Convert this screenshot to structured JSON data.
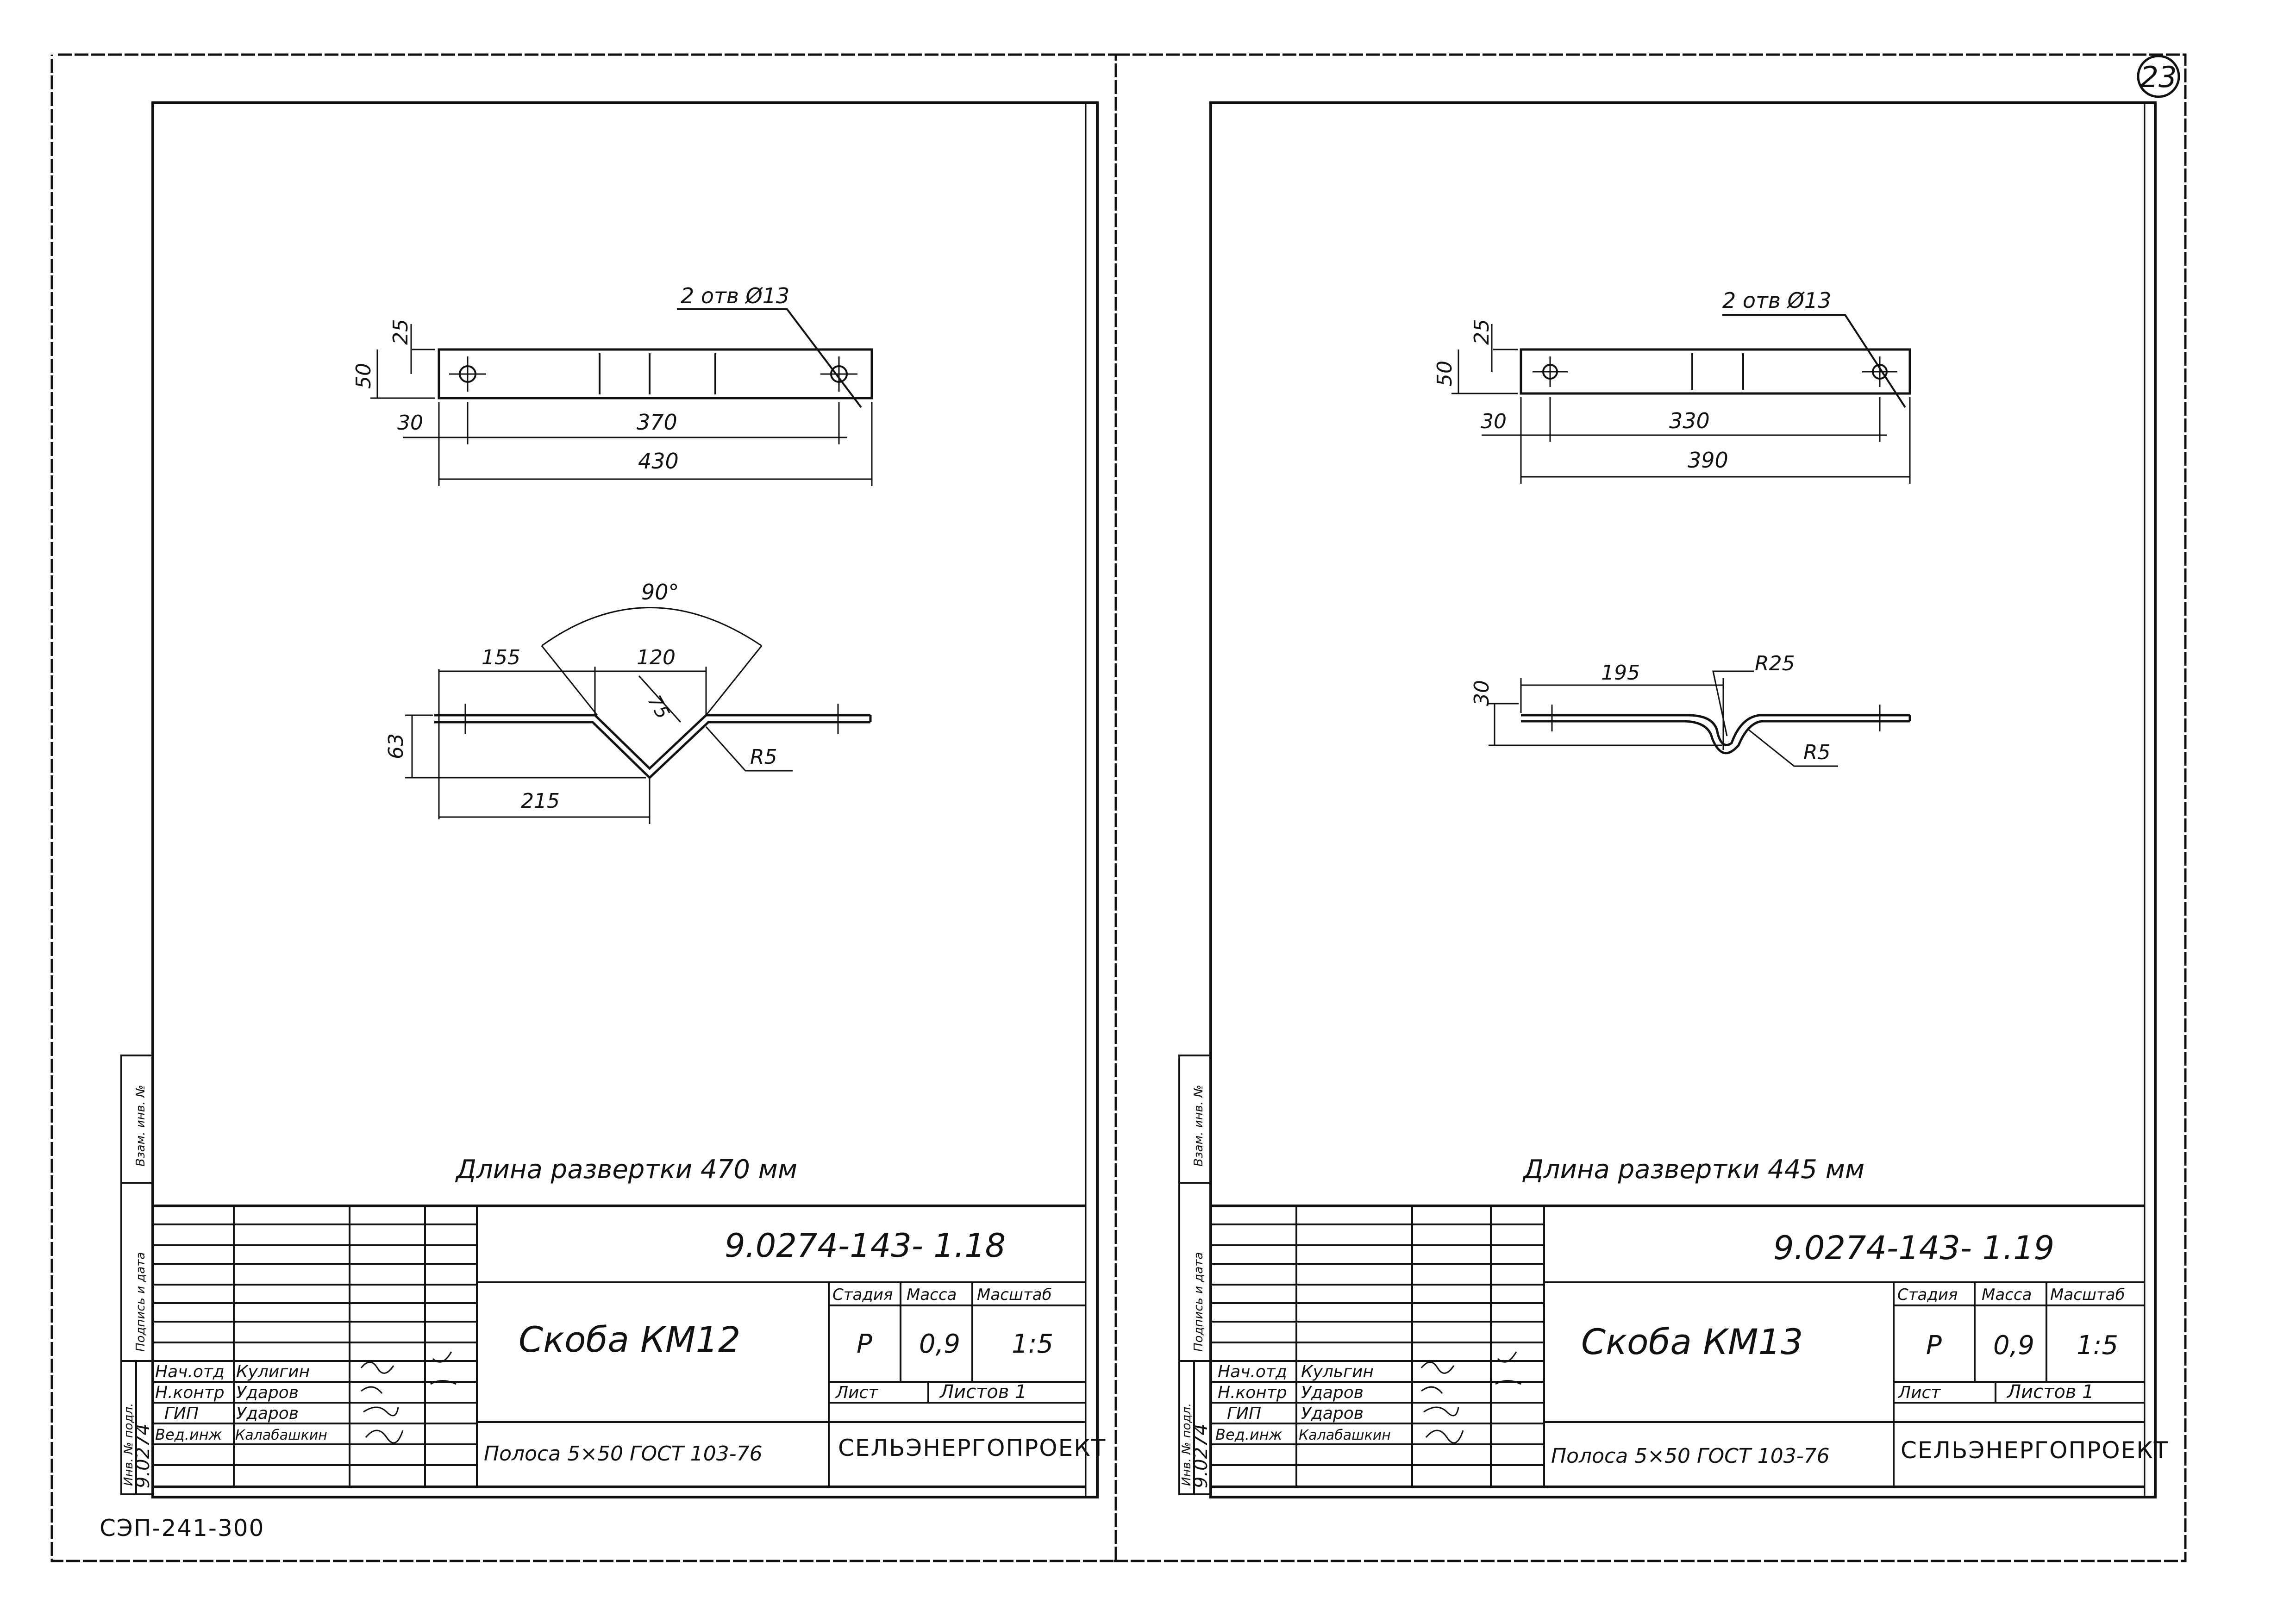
{
  "page_number": "23",
  "footer_code": "СЭП-241-300",
  "sheets": [
    {
      "drawing_number": "9.0274-143- 1.18",
      "title": "Скоба КМ12",
      "material": "Полоса 5×50 ГОСТ 103-76",
      "stage_header": "Стадия",
      "mass_header": "Масса",
      "scale_header": "Масштаб",
      "stage": "Р",
      "mass": "0,9",
      "scale": "1:5",
      "sheet_label": "Лист",
      "sheets_label": "Листов 1",
      "organization": "СЕЛЬЭНЕРГОПРОЕКТ",
      "development_length": "Длина развертки 470 мм",
      "side_labels": {
        "inv_orig": "Инв. № подл.",
        "sign_date": "Подпись и дата",
        "inv_replace": "Взам. инв. №",
        "inv_value": "9.0274"
      },
      "signatures": [
        {
          "role": "Нач.отд",
          "name": "Кулигин"
        },
        {
          "role": "Н.контр",
          "name": "Ударов"
        },
        {
          "role": "ГИП",
          "name": "Ударов"
        },
        {
          "role": "Вед.инж",
          "name": "Калабашкин"
        }
      ],
      "plan": {
        "dim_25": "25",
        "dim_50": "50",
        "dim_30": "30",
        "dim_holes": "370",
        "dim_total": "430",
        "holes_note": "2 отв Ø13"
      },
      "profile": {
        "angle": "90°",
        "dim_left": "155",
        "dim_mid": "120",
        "dim_diag": "75",
        "dim_height": "63",
        "dim_bottom": "215",
        "radius": "R5"
      }
    },
    {
      "drawing_number": "9.0274-143- 1.19",
      "title": "Скоба КМ13",
      "material": "Полоса 5×50 ГОСТ 103-76",
      "stage_header": "Стадия",
      "mass_header": "Масса",
      "scale_header": "Масштаб",
      "stage": "Р",
      "mass": "0,9",
      "scale": "1:5",
      "sheet_label": "Лист",
      "sheets_label": "Листов 1",
      "organization": "СЕЛЬЭНЕРГОПРОЕКТ",
      "development_length": "Длина развертки 445 мм",
      "side_labels": {
        "inv_orig": "Инв. № подл.",
        "sign_date": "Подпись и дата",
        "inv_replace": "Взам. инв. №",
        "inv_value": "9.0274"
      },
      "signatures": [
        {
          "role": "Нач.отд",
          "name": "Кульгин"
        },
        {
          "role": "Н.контр",
          "name": "Ударов"
        },
        {
          "role": "ГИП",
          "name": "Ударов"
        },
        {
          "role": "Вед.инж",
          "name": "Калабашкин"
        }
      ],
      "plan": {
        "dim_25": "25",
        "dim_50": "50",
        "dim_30": "30",
        "dim_holes": "330",
        "dim_total": "390",
        "holes_note": "2 отв Ø13"
      },
      "profile": {
        "dim_height": "30",
        "dim_left": "195",
        "radius_big": "R25",
        "radius": "R5"
      }
    }
  ]
}
